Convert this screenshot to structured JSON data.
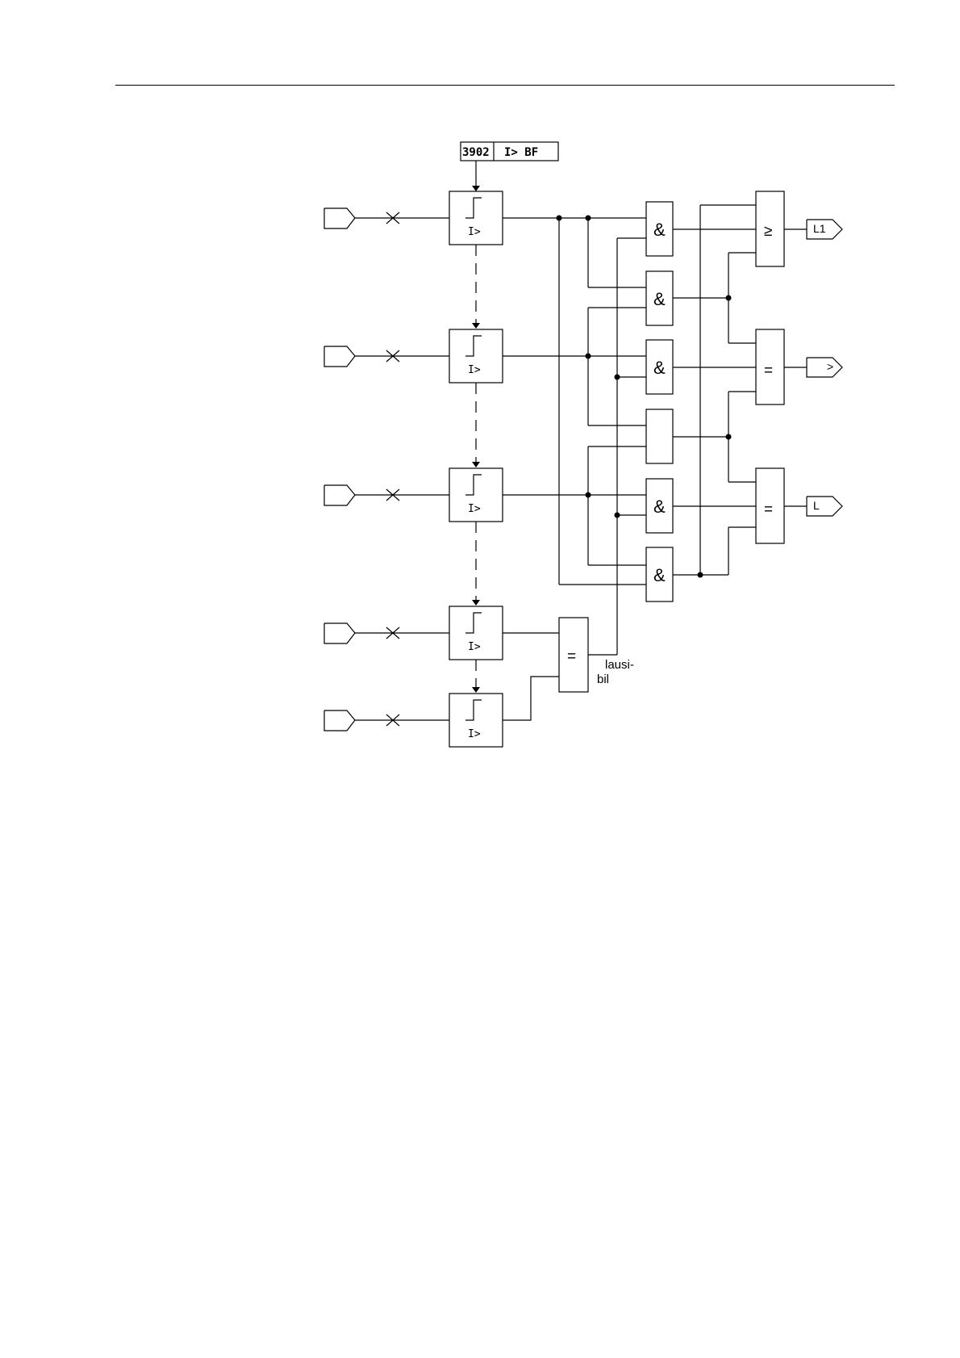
{
  "setting": {
    "address": "3902",
    "name": "I> BF"
  },
  "detectors": [
    {
      "label": "I>"
    },
    {
      "label": "I>"
    },
    {
      "label": "I>"
    },
    {
      "label": "I>"
    },
    {
      "label": "I>"
    }
  ],
  "gates": {
    "and_symbol": "&",
    "or_symbol": "≥",
    "eq_symbol": "="
  },
  "outputs": [
    {
      "label": "L1"
    },
    {
      "label": ">"
    },
    {
      "label": "L"
    }
  ],
  "plausibility_label": [
    "lausi-",
    "bil"
  ],
  "colors": {
    "ink": "#000000",
    "paper": "#ffffff"
  }
}
